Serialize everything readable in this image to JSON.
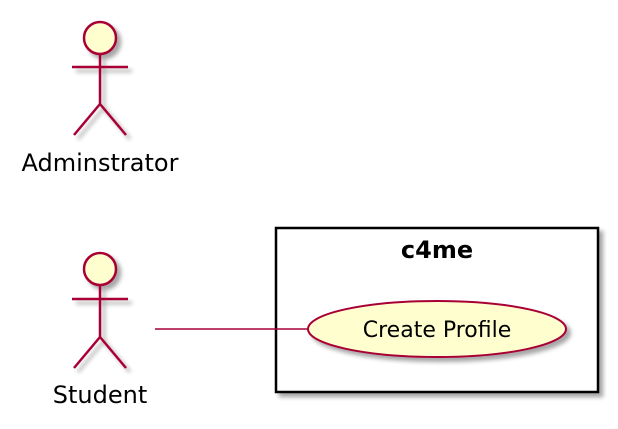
{
  "actors": {
    "admin": {
      "label": "Adminstrator"
    },
    "student": {
      "label": "Student"
    }
  },
  "system": {
    "title": "c4me",
    "use_cases": [
      {
        "label": "Create Profile"
      }
    ]
  },
  "colors": {
    "stroke": "#A80036",
    "fill": "#FEFECE",
    "system_border": "#000000",
    "shadow": "#B4B4B4"
  }
}
